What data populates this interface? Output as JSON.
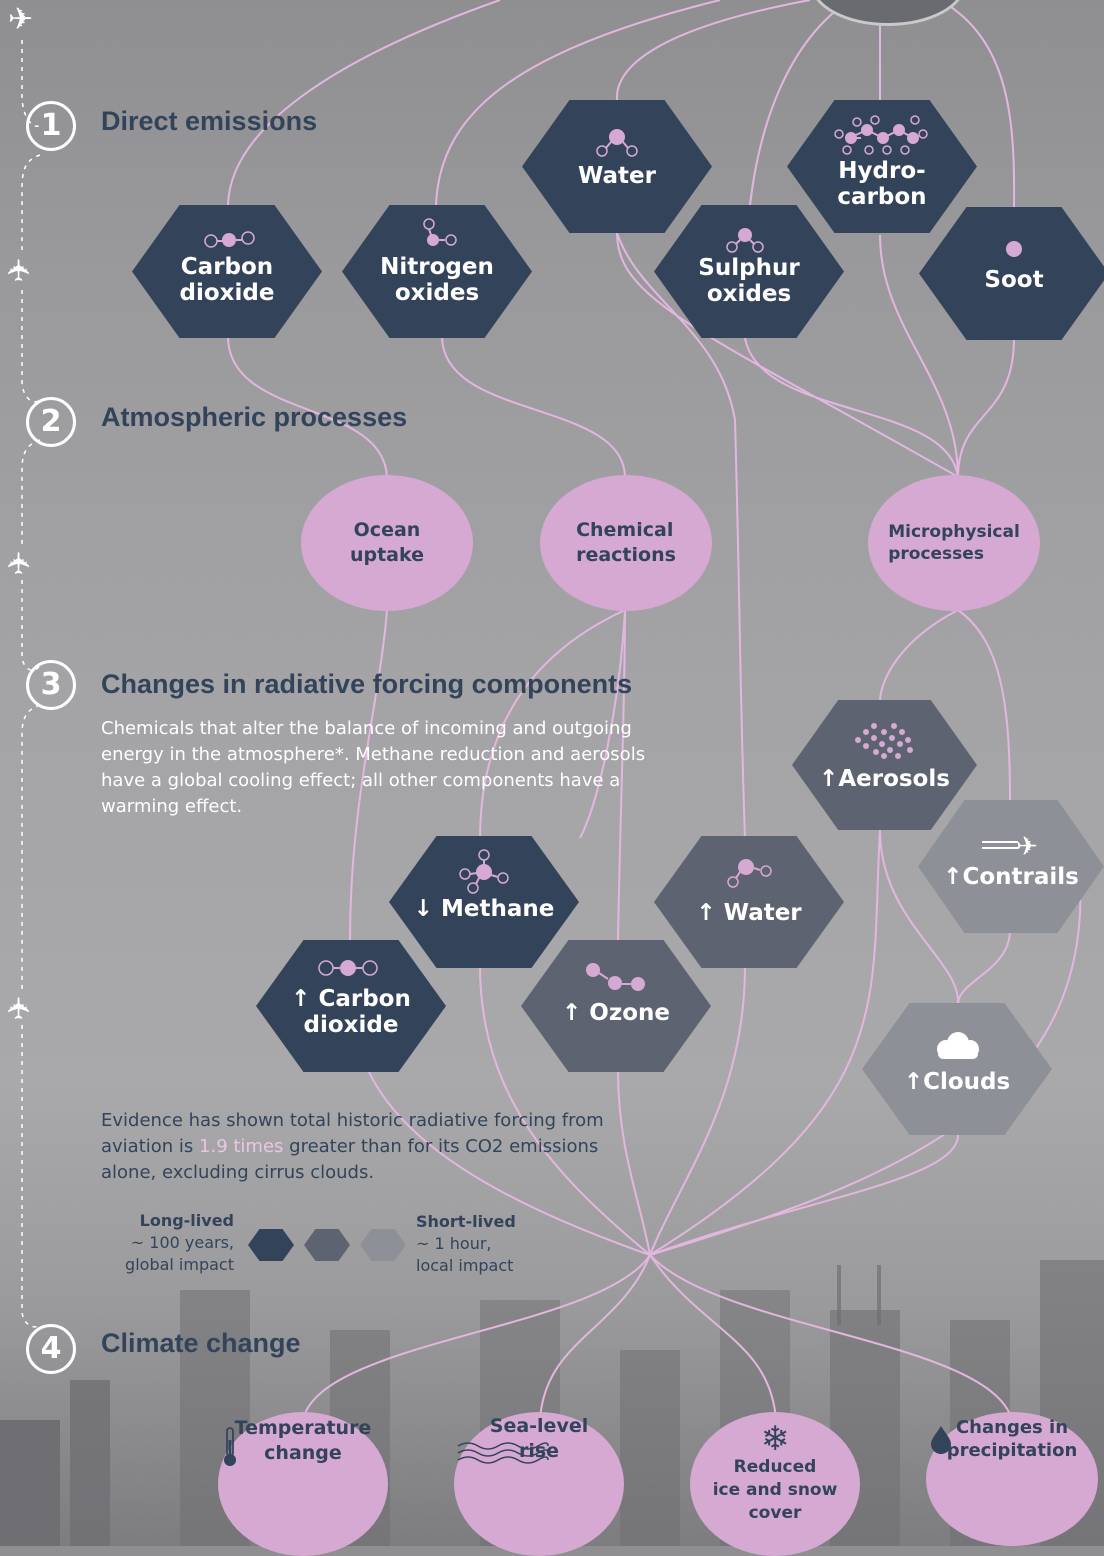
{
  "colors": {
    "dark": "#33445a",
    "mid": "#5d6370",
    "light": "#8d9096",
    "pink": "#d6a9d2",
    "line": "#e3b6df",
    "highlight": "#e8c6e4"
  },
  "steps": [
    {
      "number": "1",
      "title": "Direct emissions"
    },
    {
      "number": "2",
      "title": "Atmospheric processes"
    },
    {
      "number": "3",
      "title": "Changes in radiative forcing components"
    },
    {
      "number": "4",
      "title": "Climate change"
    }
  ],
  "emissions": [
    {
      "line1": "Carbon",
      "line2": "dioxide",
      "icon": "molecule-icon"
    },
    {
      "line1": "Nitrogen",
      "line2": "oxides",
      "icon": "molecule-icon"
    },
    {
      "line1": "Water",
      "line2": "",
      "icon": "molecule-icon"
    },
    {
      "line1": "Sulphur",
      "line2": "oxides",
      "icon": "molecule-icon"
    },
    {
      "line1": "Hydro-",
      "line2": "carbon",
      "icon": "molecule-chain-icon"
    },
    {
      "line1": "Soot",
      "line2": "",
      "icon": "dot-icon"
    }
  ],
  "processes": [
    {
      "line1": "Ocean",
      "line2": "uptake"
    },
    {
      "line1": "Chemical",
      "line2": "reactions"
    },
    {
      "line1": "Microphysical",
      "line2": "processes"
    }
  ],
  "description": {
    "line1": "Chemicals that alter the balance of incoming and outgoing",
    "line2": "energy in the atmosphere*. Methane reduction and aerosols",
    "line3": "have a global cooling effect; all other components have a",
    "line4": "warming effect."
  },
  "forcing": [
    {
      "arrow": "↓",
      "line1": "Methane",
      "line2": "",
      "shade": "dark"
    },
    {
      "arrow": "↑",
      "line1": "Water",
      "line2": "",
      "shade": "dark"
    },
    {
      "arrow": "↑",
      "line1": "Carbon",
      "line2": "dioxide",
      "shade": "dark"
    },
    {
      "arrow": "↑",
      "line1": "Ozone",
      "line2": "",
      "shade": "mid"
    },
    {
      "arrow": "↑",
      "line1": "Aerosols",
      "line2": "",
      "shade": "mid"
    },
    {
      "arrow": "↑",
      "line1": "Contrails",
      "line2": "",
      "shade": "light"
    },
    {
      "arrow": "↑",
      "line1": "Clouds",
      "line2": "",
      "shade": "light"
    }
  ],
  "evidence": {
    "part1": "Evidence has shown total historic radiative forcing from",
    "part2": "aviation is ",
    "highlight": "1.9 times",
    "part3": " greater than for its CO2 emissions",
    "part4": "alone, excluding cirrus clouds."
  },
  "legend": {
    "long_title": "Long-lived",
    "long_line1": "~ 100 years,",
    "long_line2": "global impact",
    "short_title": "Short-lived",
    "short_line1": "~ 1 hour,",
    "short_line2": "local impact"
  },
  "impacts": [
    {
      "line1": "Temperature",
      "line2": "change",
      "line3": "",
      "icon": "thermometer-icon"
    },
    {
      "line1": "Sea-level",
      "line2": "rise",
      "line3": "",
      "icon": "waves-icon"
    },
    {
      "line1": "Reduced",
      "line2": "ice and snow",
      "line3": "cover",
      "icon": "snowflake-icon"
    },
    {
      "line1": "Changes in",
      "line2": "precipitation",
      "line3": "",
      "icon": "droplet-icon"
    }
  ]
}
